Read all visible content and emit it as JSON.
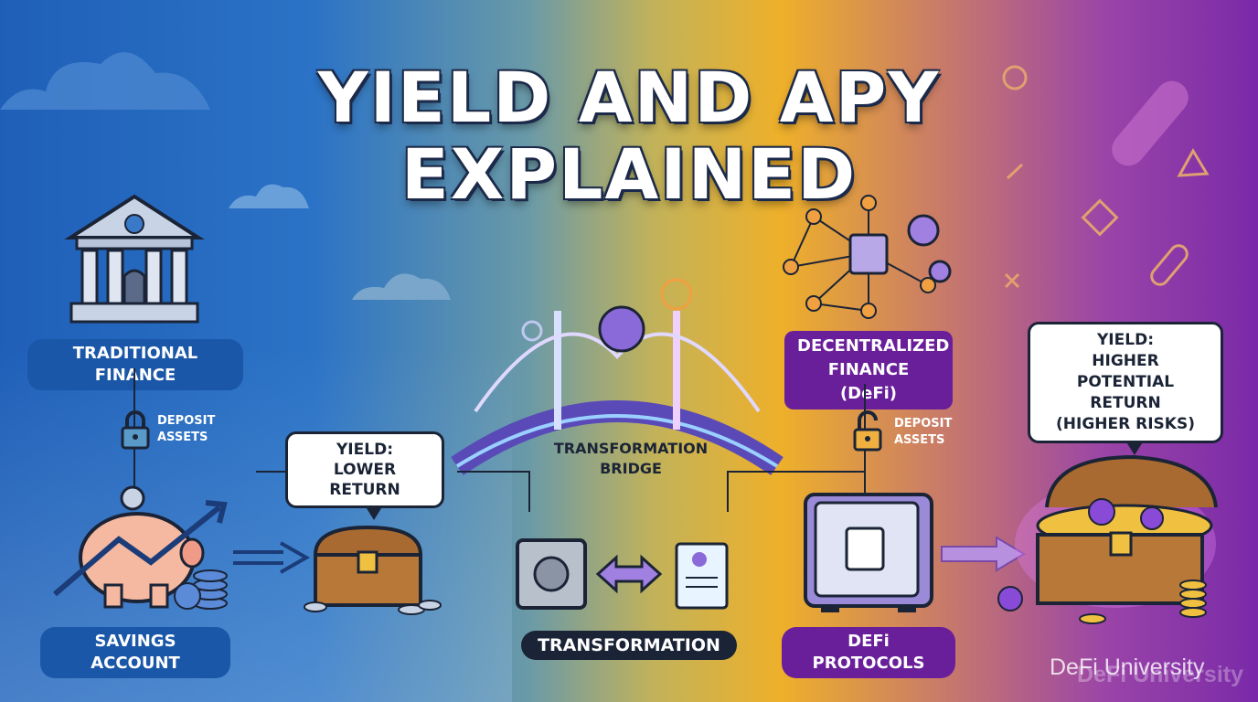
{
  "title": {
    "line1": "YIELD AND APY",
    "line2": "EXPLAINED"
  },
  "traditional": {
    "label": "TRADITIONAL FINANCE",
    "deposit": [
      "DEPOSIT",
      "ASSETS"
    ],
    "savings": "SAVINGS ACCOUNT",
    "bubble": [
      "YIELD:",
      "LOWER RETURN"
    ]
  },
  "bridge": {
    "label": [
      "TRANSFORMATION",
      "BRIDGE"
    ],
    "pill": "TRANSFORMATION"
  },
  "defi": {
    "label": [
      "DECENTRALIZED",
      "FINANCE (DeFi)"
    ],
    "deposit": [
      "DEPOSIT",
      "ASSETS"
    ],
    "protocols": "DEFi PROTOCOLS",
    "bubble": [
      "YIELD:",
      "HIGHER",
      "POTENTIAL RETURN",
      "(HIGHER RISKS)"
    ]
  },
  "watermark": "DeFi University",
  "colors": {
    "blue_pill": "#1a57a8",
    "dark_pill": "#1b2436",
    "purple_pill": "#6a1f9a"
  }
}
